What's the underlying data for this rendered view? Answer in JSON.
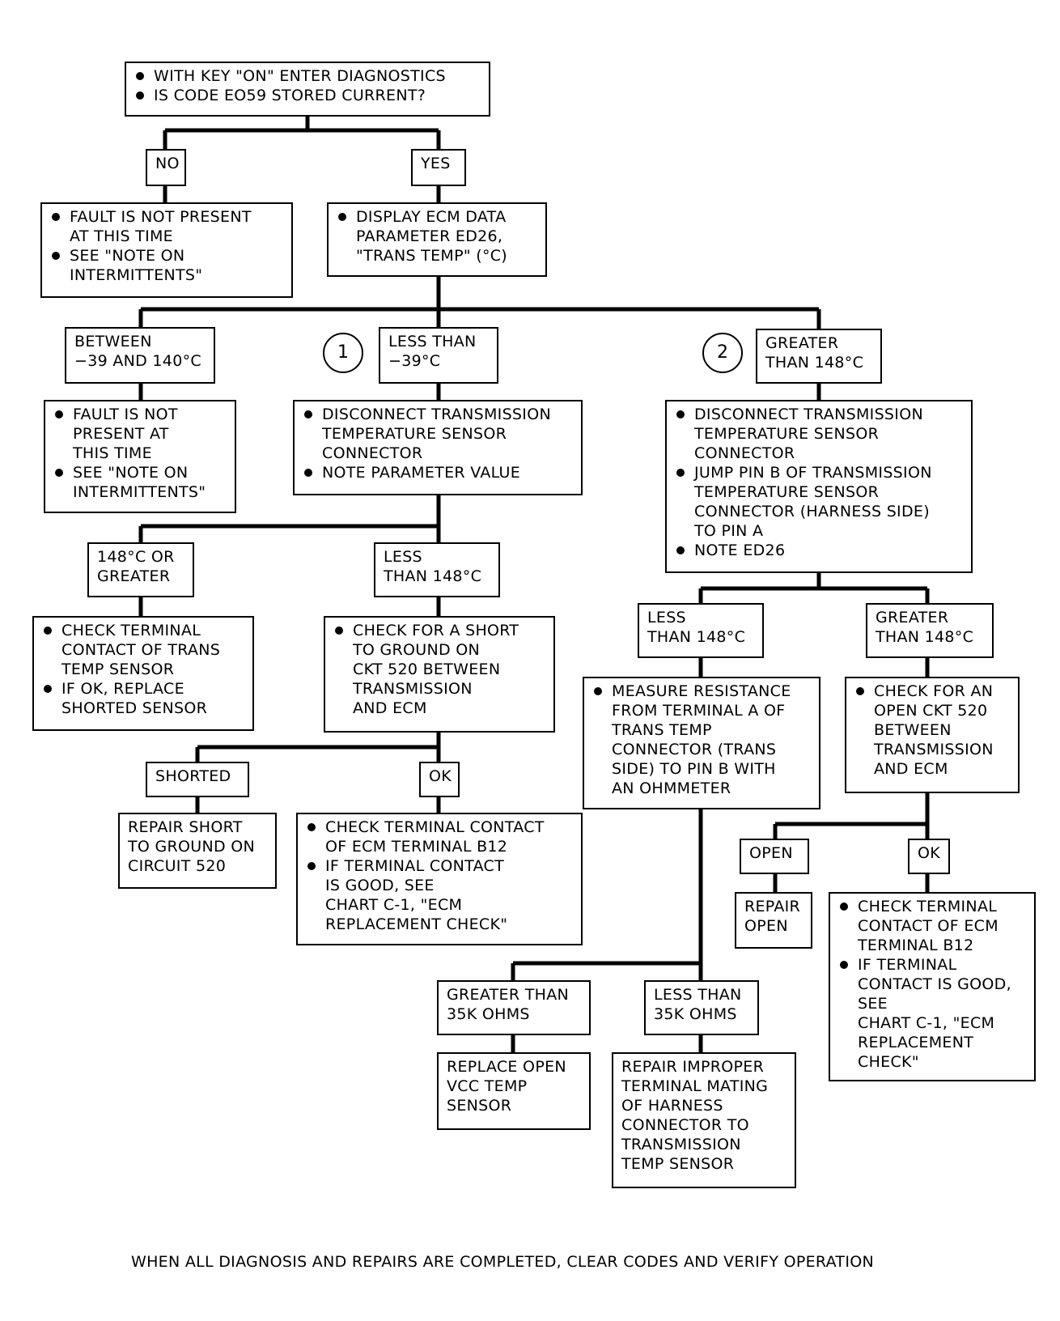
{
  "start": {
    "lines": [
      [
        "WITH KEY \"ON\" ENTER DIAGNOSTICS"
      ],
      [
        "IS CODE EO59 STORED CURRENT?"
      ]
    ]
  },
  "labels": {
    "no": "NO",
    "yes": "YES",
    "between": [
      "BETWEEN",
      "−39 AND 140°C"
    ],
    "less_39": [
      "LESS THAN",
      "−39°C"
    ],
    "greater_148_top": [
      "GREATER",
      "THAN 148°C"
    ],
    "148_or_greater": [
      "148°C OR",
      "GREATER"
    ],
    "less_148_left": [
      "LESS",
      "THAN 148°C"
    ],
    "less_148_right": [
      "LESS",
      "THAN 148°C"
    ],
    "greater_148_right": [
      "GREATER",
      "THAN 148°C"
    ],
    "shorted": "SHORTED",
    "ok_left": "OK",
    "open": "OPEN",
    "ok_right": "OK",
    "greater_35k": [
      "GREATER THAN",
      "35K OHMS"
    ],
    "less_35k": [
      "LESS THAN",
      "35K OHMS"
    ]
  },
  "circles": {
    "one": "1",
    "two": "2"
  },
  "actions": {
    "fault_not_present_1": [
      [
        "FAULT IS NOT PRESENT",
        "AT THIS TIME"
      ],
      [
        "SEE \"NOTE ON",
        "INTERMITTENTS\""
      ]
    ],
    "display_ecm": [
      [
        "DISPLAY ECM DATA",
        "PARAMETER ED26,",
        "\"TRANS TEMP\" (°C)"
      ]
    ],
    "fault_not_present_2": [
      [
        "FAULT IS NOT",
        "PRESENT AT",
        "THIS TIME"
      ],
      [
        "SEE \"NOTE ON",
        "INTERMITTENTS\""
      ]
    ],
    "disconnect_left": [
      [
        "DISCONNECT TRANSMISSION",
        "TEMPERATURE SENSOR",
        "CONNECTOR"
      ],
      [
        "NOTE PARAMETER VALUE"
      ]
    ],
    "disconnect_right": [
      [
        "DISCONNECT TRANSMISSION",
        "TEMPERATURE SENSOR",
        "CONNECTOR"
      ],
      [
        "JUMP PIN B OF TRANSMISSION",
        "TEMPERATURE SENSOR",
        "CONNECTOR (HARNESS SIDE)",
        "TO PIN A"
      ],
      [
        "NOTE ED26"
      ]
    ],
    "check_contact_trans": [
      [
        "CHECK TERMINAL",
        "CONTACT OF TRANS",
        "TEMP SENSOR"
      ],
      [
        "IF OK, REPLACE",
        "SHORTED SENSOR"
      ]
    ],
    "check_short": [
      [
        "CHECK FOR A SHORT",
        "TO GROUND ON",
        "CKT 520 BETWEEN",
        "TRANSMISSION",
        "AND ECM"
      ]
    ],
    "measure_resistance": [
      [
        "MEASURE RESISTANCE",
        "FROM TERMINAL A OF",
        "TRANS TEMP",
        "CONNECTOR (TRANS",
        "SIDE) TO PIN B WITH",
        "AN OHMMETER"
      ]
    ],
    "check_open": [
      [
        "CHECK FOR AN",
        "OPEN CKT 520",
        "BETWEEN",
        "TRANSMISSION",
        "AND ECM"
      ]
    ],
    "repair_short": [
      "REPAIR SHORT",
      "TO GROUND ON",
      "CIRCUIT 520"
    ],
    "check_ecm_b12_left": [
      [
        "CHECK TERMINAL CONTACT",
        "OF ECM TERMINAL B12"
      ],
      [
        "IF TERMINAL CONTACT",
        "IS GOOD, SEE",
        "CHART C-1, \"ECM",
        "REPLACEMENT CHECK\""
      ]
    ],
    "repair_open": [
      "REPAIR",
      "OPEN"
    ],
    "check_ecm_b12_right": [
      [
        "CHECK TERMINAL",
        "CONTACT OF ECM",
        "TERMINAL B12"
      ],
      [
        "IF TERMINAL",
        "CONTACT IS GOOD,",
        "SEE",
        "CHART C-1, \"ECM",
        "REPLACEMENT",
        "CHECK\""
      ]
    ],
    "replace_open_vcc": [
      "REPLACE OPEN",
      "VCC TEMP",
      "SENSOR"
    ],
    "repair_improper": [
      "REPAIR IMPROPER",
      "TERMINAL MATING",
      "OF HARNESS",
      "CONNECTOR TO",
      "TRANSMISSION",
      "TEMP SENSOR"
    ]
  },
  "footer": "WHEN ALL DIAGNOSIS AND REPAIRS ARE COMPLETED, CLEAR CODES AND VERIFY OPERATION"
}
